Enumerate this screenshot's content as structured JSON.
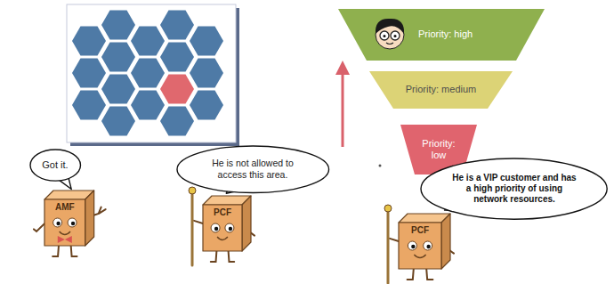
{
  "diagram": {
    "nodes": [
      {
        "text": [
          "AMF"
        ]
      },
      {
        "text": [
          "Got it."
        ]
      },
      {
        "text": [
          "PCF"
        ]
      },
      {
        "text": [
          "He is not allowed to access this area."
        ]
      },
      {
        "text": [
          "Priority: high"
        ]
      },
      {
        "text": [
          "Priority: medium"
        ]
      },
      {
        "text": [
          "Priority: low"
        ]
      },
      {
        "text": [
          "PCF"
        ]
      },
      {
        "text": [
          "He is a VIP customer and has a high priority of using network resources."
        ]
      }
    ]
  }
}
